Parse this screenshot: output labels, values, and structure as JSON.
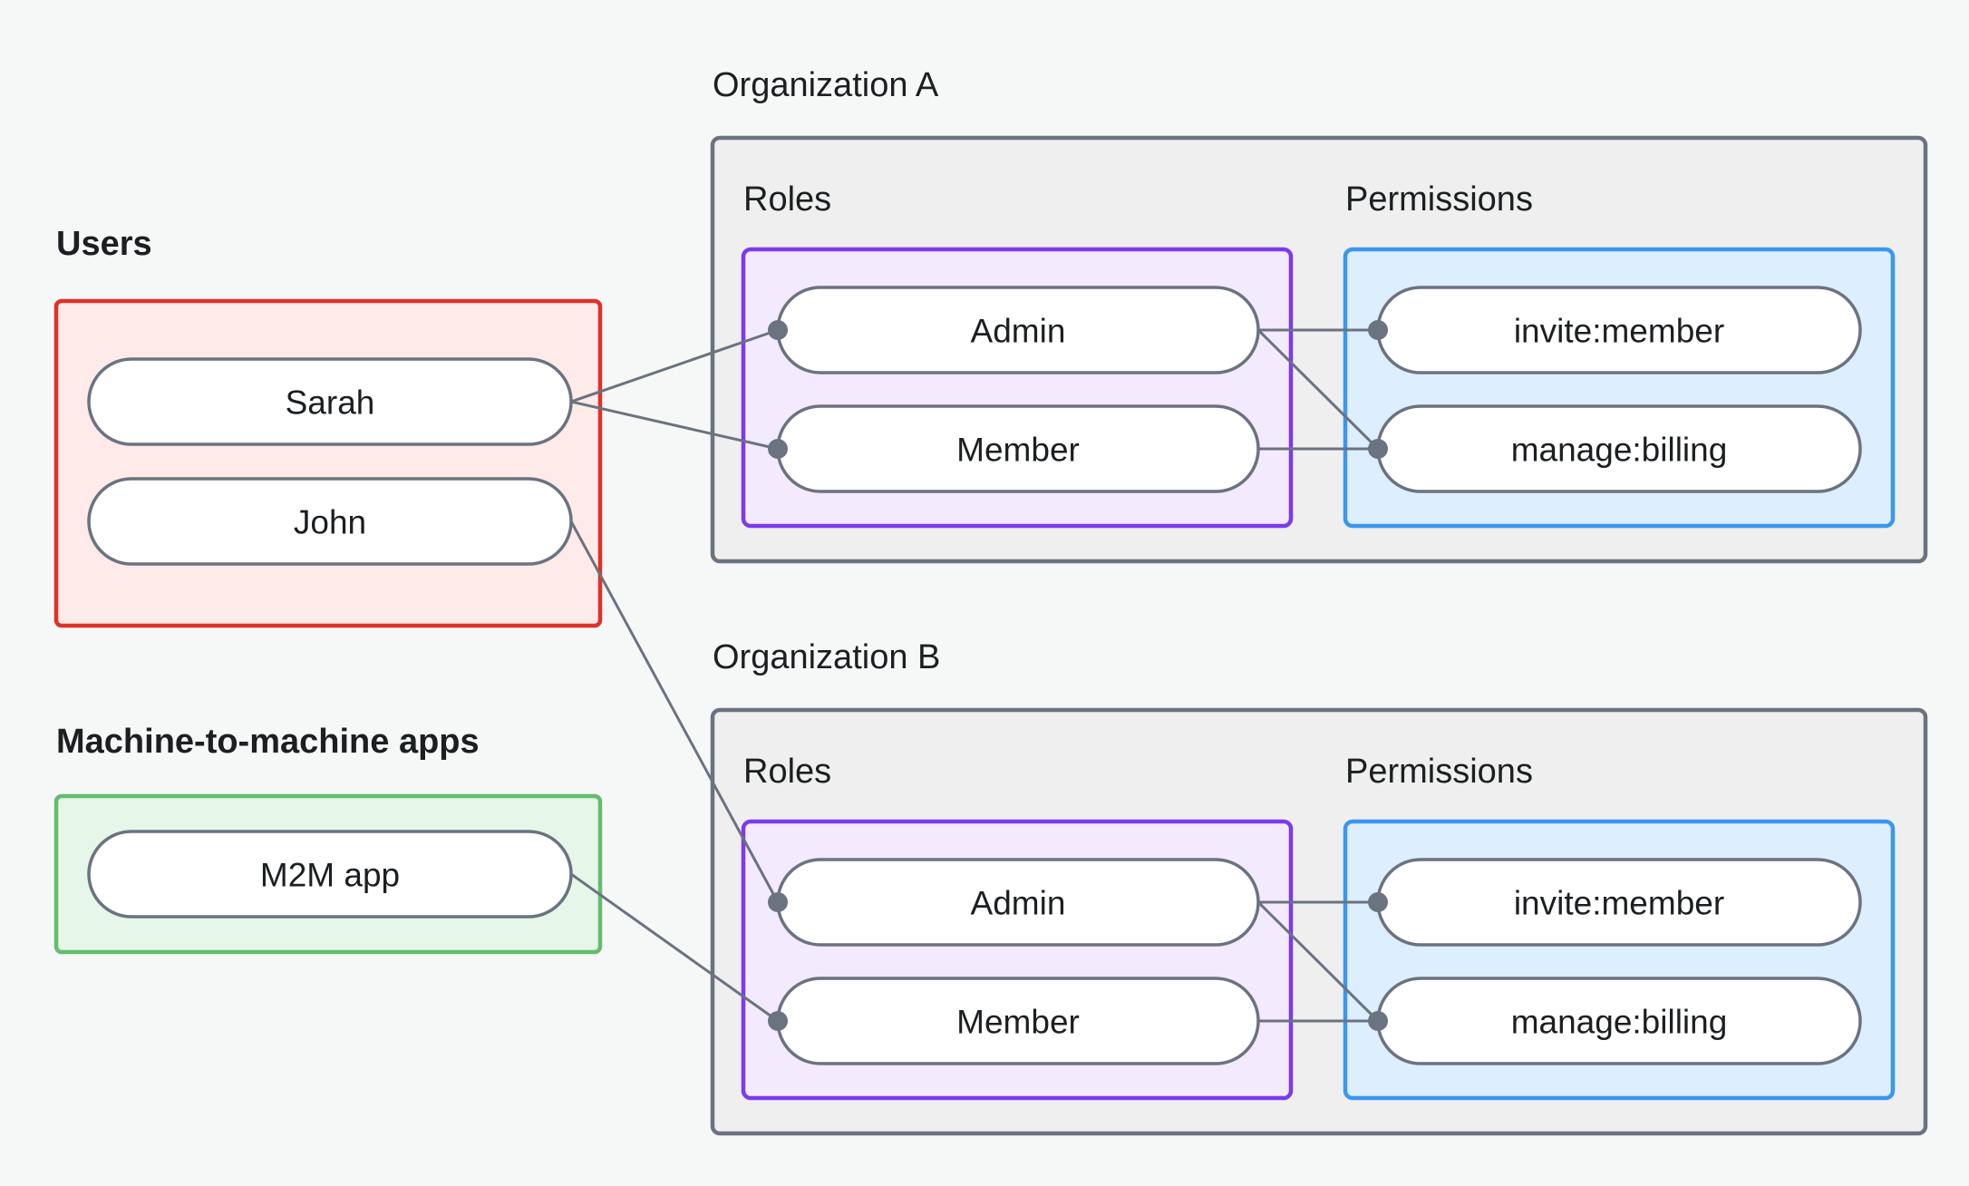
{
  "diagram": {
    "title_users": "Users",
    "title_m2m": "Machine-to-machine apps",
    "org_a_title": "Organization A",
    "org_b_title": "Organization B",
    "roles_label_a": "Roles",
    "permissions_label_a": "Permissions",
    "roles_label_b": "Roles",
    "permissions_label_b": "Permissions",
    "users": [
      {
        "label": "Sarah"
      },
      {
        "label": "John"
      }
    ],
    "m2m_apps": [
      {
        "label": "M2M app"
      }
    ],
    "org_a": {
      "roles": [
        {
          "label": "Admin"
        },
        {
          "label": "Member"
        }
      ],
      "permissions": [
        {
          "label": "invite:member"
        },
        {
          "label": "manage:billing"
        }
      ]
    },
    "org_b": {
      "roles": [
        {
          "label": "Admin"
        },
        {
          "label": "Member"
        }
      ],
      "permissions": [
        {
          "label": "invite:member"
        },
        {
          "label": "manage:billing"
        }
      ]
    },
    "connections": [
      {
        "from": "Sarah",
        "to": "Organization A / Admin"
      },
      {
        "from": "Sarah",
        "to": "Organization A / Member"
      },
      {
        "from": "John",
        "to": "Organization B / Admin"
      },
      {
        "from": "M2M app",
        "to": "Organization B / Member"
      },
      {
        "from": "Organization A / Admin",
        "to": "Organization A / invite:member"
      },
      {
        "from": "Organization A / Admin",
        "to": "Organization A / manage:billing"
      },
      {
        "from": "Organization A / Member",
        "to": "Organization A / manage:billing"
      },
      {
        "from": "Organization B / Admin",
        "to": "Organization B / invite:member"
      },
      {
        "from": "Organization B / Admin",
        "to": "Organization B / manage:billing"
      },
      {
        "from": "Organization B / Member",
        "to": "Organization B / manage:billing"
      }
    ],
    "colors": {
      "background": "#f6f8f8",
      "users_border": "#e03127",
      "users_fill": "#fdeae9",
      "m2m_border": "#63bd6e",
      "m2m_fill": "#e6f6e8",
      "roles_border": "#7c3aed",
      "roles_fill": "#f3eafd",
      "permissions_border": "#3b96f0",
      "permissions_fill": "#ddeeff",
      "org_border": "#6b7280",
      "org_fill": "#eeefee",
      "node_border": "#6b7280",
      "node_fill": "#ffffff",
      "edge": "#6b7280",
      "text": "#1c1f21"
    }
  }
}
